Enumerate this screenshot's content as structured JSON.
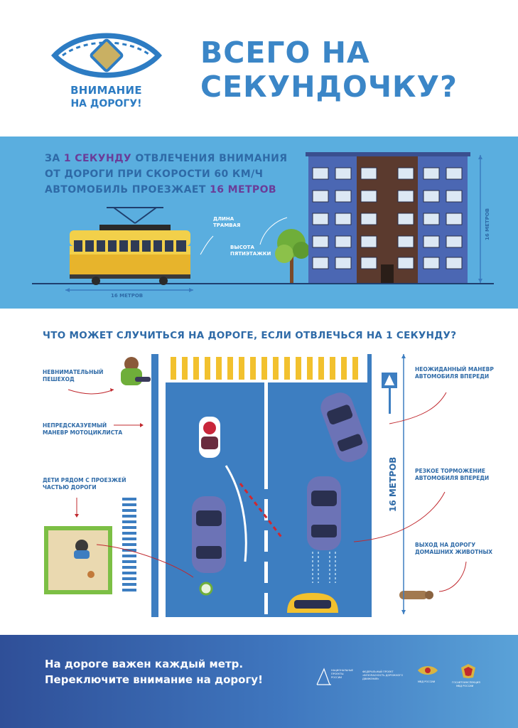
{
  "logo": {
    "line1": "ВНИМАНИЕ",
    "line2": "НА ДОРОГУ!",
    "colors": {
      "blue": "#2d7cc3",
      "gold": "#c9b063"
    }
  },
  "headline": {
    "line1": "ВСЕГО НА",
    "line2": "СЕКУНДОЧКУ?"
  },
  "band": {
    "line1_a": "ЗА ",
    "line1_hl": "1 СЕКУНДУ",
    "line1_b": " ОТВЛЕЧЕНИЯ ВНИМАНИЯ",
    "line2": "ОТ ДОРОГИ ПРИ СКОРОСТИ 60 КМ/Ч",
    "line3_a": "АВТОМОБИЛЬ ПРОЕЗЖАЕТ ",
    "line3_hl": "16 МЕТРОВ",
    "tram_label_1": "ДЛИНА",
    "tram_label_2": "ТРАМВАЯ",
    "house_label_1": "ВЫСОТА",
    "house_label_2": "ПЯТИЭТАЖКИ",
    "tram_length": "16 МЕТРОВ",
    "house_height": "16 МЕТРОВ",
    "colors": {
      "background": "#5aaedf",
      "text": "#2e6aa7",
      "highlight": "#6a3d99"
    }
  },
  "question": "ЧТО МОЖЕТ СЛУЧИТЬСЯ НА ДОРОГЕ, ЕСЛИ ОТВЛЕЧЬСЯ НА 1 СЕКУНДУ?",
  "hazards": {
    "pedestrian_1": "НЕВНИМАТЕЛЬНЫЙ",
    "pedestrian_2": "ПЕШЕХОД",
    "moto_1": "НЕПРЕДСКАЗУЕМЫЙ",
    "moto_2": "МАНЕВР МОТОЦИКЛИСТА",
    "kids_1": "ДЕТИ РЯДОМ С ПРОЕЗЖЕЙ",
    "kids_2": "ЧАСТЬЮ ДОРОГИ",
    "car_1": "НЕОЖИДАННЫЙ МАНЕВР",
    "car_2": "АВТОМОБИЛЯ ВПЕРЕДИ",
    "brake_1": "РЕЗКОЕ ТОРМОЖЕНИЕ",
    "brake_2": "АВТОМОБИЛЯ ВПЕРЕДИ",
    "pets_1": "ВЫХОД НА ДОРОГУ",
    "pets_2": "ДОМАШНИХ ЖИВОТНЫХ"
  },
  "road_distance": "16 МЕТРОВ",
  "footer": {
    "line1": "На дороге важен каждый метр.",
    "line2": "Переключите внимание на дорогу!",
    "partner1_1": "НАЦИОНАЛЬНЫЕ",
    "partner1_2": "ПРОЕКТЫ",
    "partner1_3": "РОССИИ",
    "partner2_1": "ФЕДЕРАЛЬНЫЙ ПРОЕКТ",
    "partner2_2": "«БЕЗОПАСНОСТЬ ДОРОЖНОГО",
    "partner2_3": "ДВИЖЕНИЯ»",
    "partner3": "МВД РОССИИ",
    "partner4_1": "ГОСАВТОИНСПЕКЦИЯ",
    "partner4_2": "МВД РОССИИ",
    "colors": {
      "from": "#2f4f98",
      "to": "#5aa2d8"
    }
  }
}
